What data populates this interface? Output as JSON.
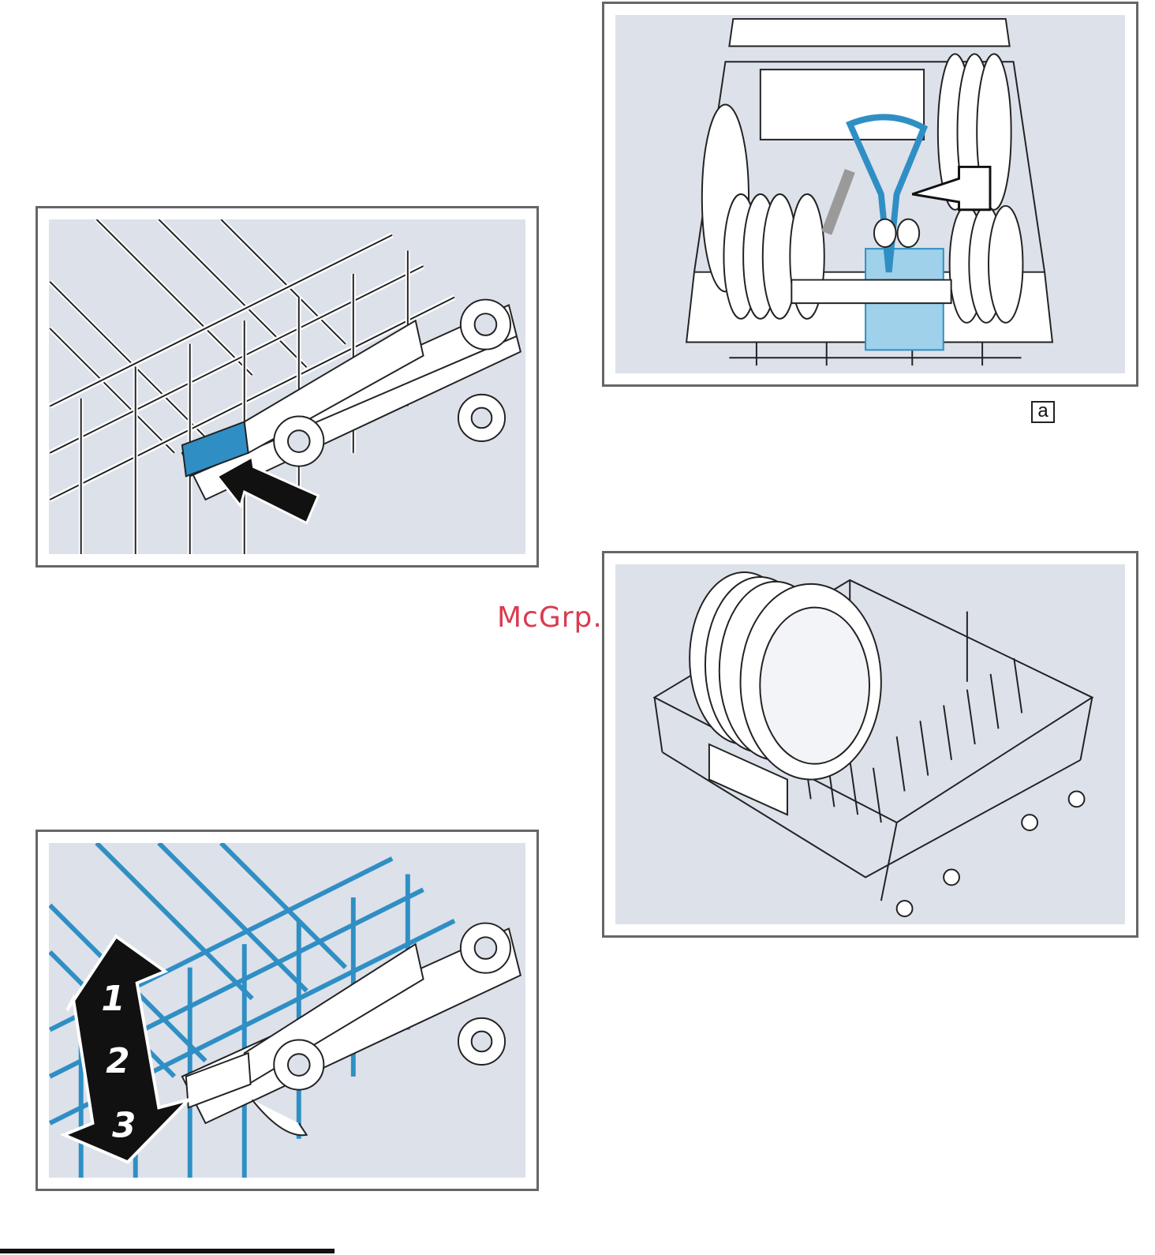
{
  "figure_label": "a",
  "watermark": "McGrp.Ru",
  "height_steps": [
    "1",
    "2",
    "3"
  ],
  "colors": {
    "panel_bg": "#dde1ea",
    "panel_border": "#666666",
    "highlight_blue": "#2f8fc4",
    "wire": "#ffffff",
    "outline": "#222222",
    "watermark": "#d7263d"
  },
  "icons": {
    "release_lever": "rack-release-lever-icon",
    "push_arrow": "push-arrow-icon",
    "double_arrow": "up-down-arrow-icon"
  }
}
